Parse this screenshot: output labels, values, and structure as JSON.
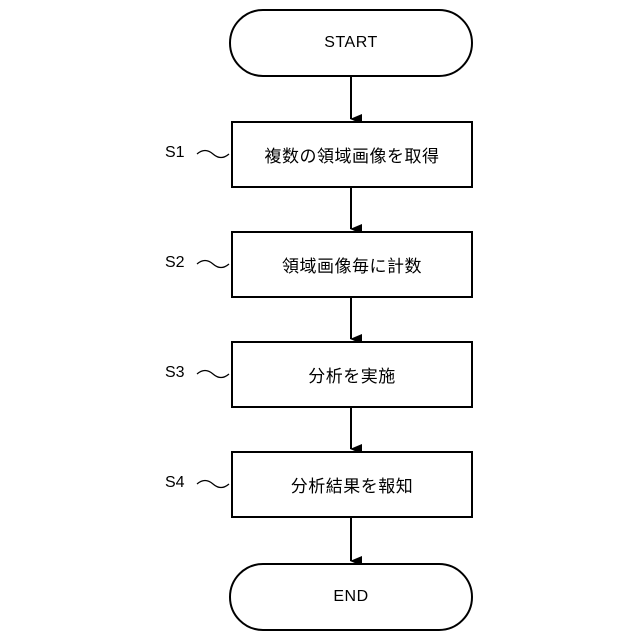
{
  "flowchart": {
    "start": "START",
    "end": "END",
    "steps": [
      {
        "id": "S1",
        "text": "複数の領域画像を取得"
      },
      {
        "id": "S2",
        "text": "領域画像毎に計数"
      },
      {
        "id": "S3",
        "text": "分析を実施"
      },
      {
        "id": "S4",
        "text": "分析結果を報知"
      }
    ]
  }
}
